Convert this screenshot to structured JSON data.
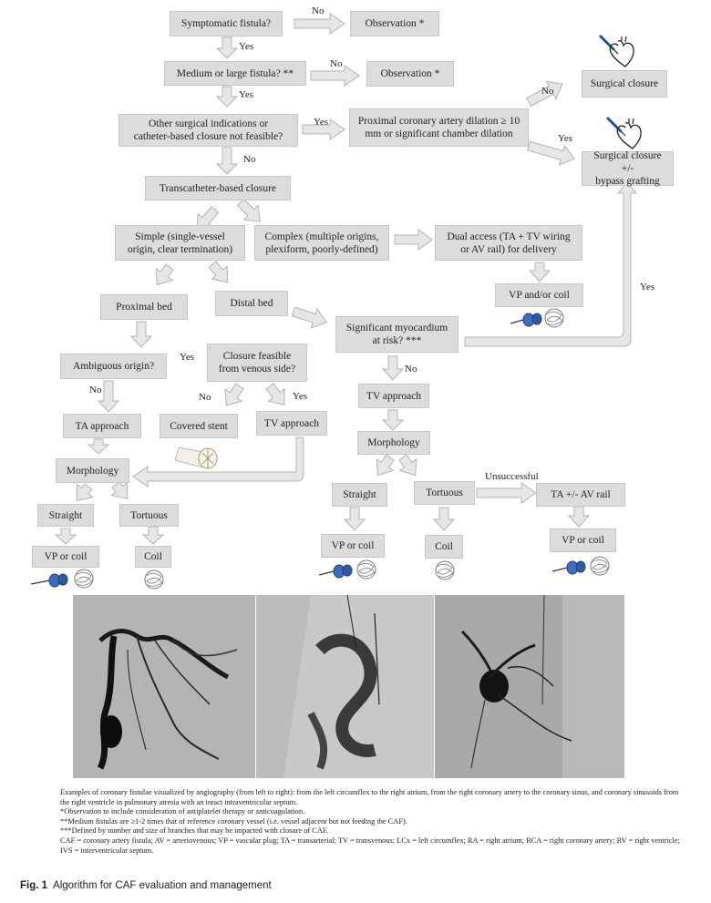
{
  "nodes": {
    "symptomatic": "Symptomatic fistula?",
    "obs1": "Observation *",
    "medium_large": "Medium or large fistula? **",
    "obs2": "Observation *",
    "surgical_closure": "Surgical closure",
    "other_surgical": "Other surgical indications or\ncatheter-based closure not feasible?",
    "proximal_dilation": "Proximal coronary artery dilation ≥ 10\nmm or significant chamber dilation",
    "surgical_bypass": "Surgical closure +/-\nbypass grafting",
    "transcatheter": "Transcatheter-based closure",
    "simple": "Simple (single-vessel\norigin, clear termination)",
    "complex": "Complex (multiple origins,\nplexiform, poorly-defined)",
    "dual_access": "Dual access (TA + TV wiring\nor AV rail) for delivery",
    "vp_and_coil": "VP and/or coil",
    "proximal_bed": "Proximal bed",
    "distal_bed": "Distal bed",
    "myocardium": "Significant myocardium\nat risk? ***",
    "ambiguous": "Ambiguous origin?",
    "venous_side": "Closure feasible\nfrom venous side?",
    "ta_approach": "TA approach",
    "covered_stent": "Covered stent",
    "tv_approach_left": "TV approach",
    "tv_approach_right": "TV approach",
    "morph_left": "Morphology",
    "morph_right": "Morphology",
    "straight_left": "Straight",
    "tortuous_left": "Tortuous",
    "vp_coil_left": "VP or coil",
    "coil_left": "Coil",
    "straight_right": "Straight",
    "tortuous_right": "Tortuous",
    "ta_av_rail": "TA +/- AV rail",
    "vp_coil_right": "VP or coil",
    "coil_right": "Coil",
    "vp_coil_far": "VP or coil"
  },
  "edge_labels": {
    "no1": "No",
    "yes1": "Yes",
    "no2": "No",
    "yes2": "Yes",
    "yes3": "Yes",
    "no3": "No",
    "no_surg": "No",
    "yes_surg": "Yes",
    "yes_myo": "Yes",
    "no_myo": "No",
    "yes_amb": "Yes",
    "no_amb": "No",
    "no_ven": "No",
    "yes_ven": "Yes",
    "unsuccessful": "Unsuccessful"
  },
  "caption": {
    "line1": "Examples of coronary fistulae visualized by angiography (from left to right): from the left circumflex to the right atrium, from the right coronary artery to the coronary sinus, and coronary sinusoids from the right ventricle in pulmonary atresia with an intact intraventricular septum.",
    "line2": "*Observation to include consideration of antiplatelet therapy or anticoagulation.",
    "line3": "**Medium fistulas are ≥1-2 times that of reference coronary vessel (i.e. vessel adjacent but not feeding the CAF).",
    "line4": "***Defined by number and size of branches that may be impacted with closure of CAF.",
    "line5": "CAF = coronary artery fistula; AV = arteriovenous; VP = vascular plug; TA = transarterial; TV = transvenous; LCx = left circumflex; RA = right atrium; RCA = right coronary artery; RV = right ventricle; IVS = interventricular septum."
  },
  "figure": {
    "label": "Fig. 1",
    "title": "Algorithm for CAF evaluation and management"
  },
  "colors": {
    "box": "#dcdcdc",
    "arrow_fill": "#e6e6e6",
    "arrow_stroke": "#b4b4b4",
    "heart_blue": "#1f4fa0"
  }
}
